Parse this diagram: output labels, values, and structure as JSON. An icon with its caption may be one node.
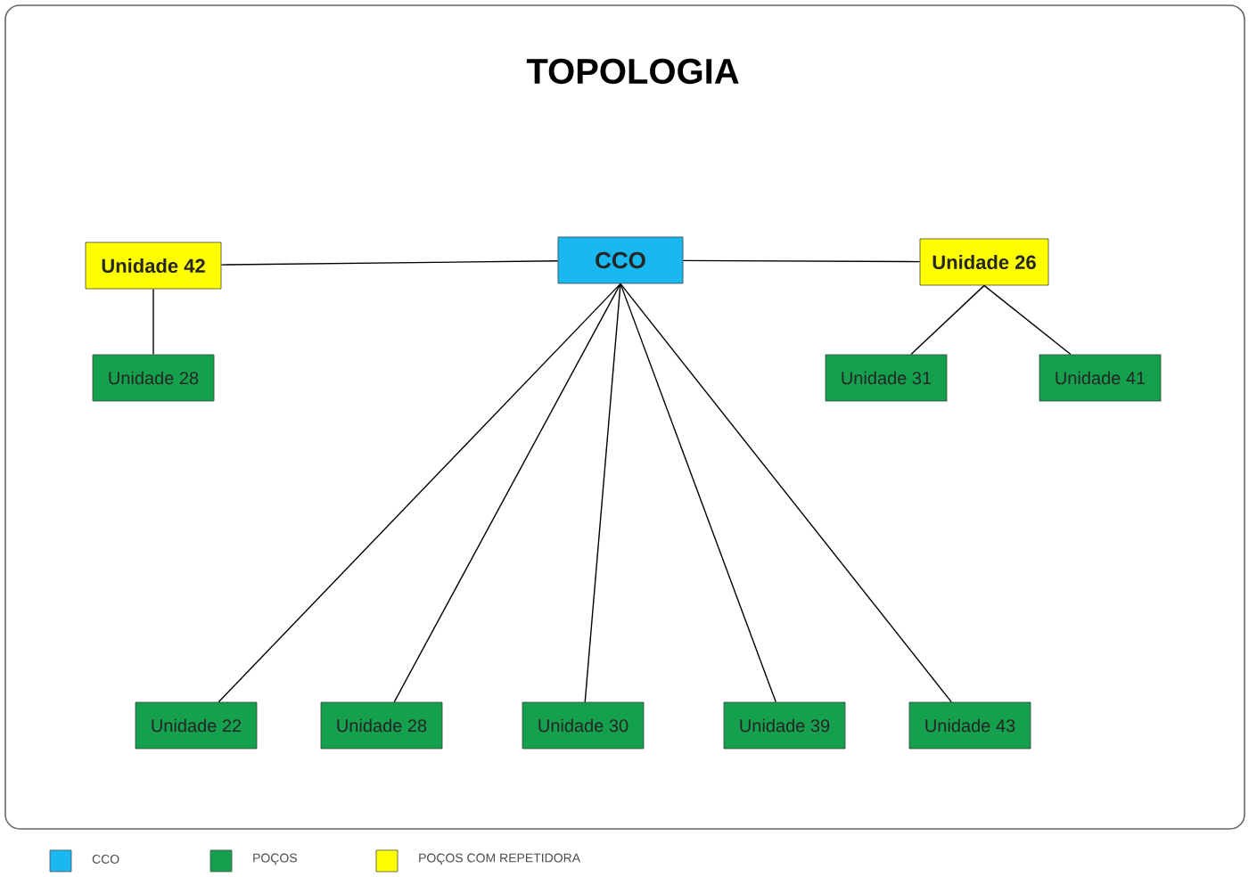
{
  "diagram": {
    "title": "TOPOLOGIA",
    "nodes": [
      {
        "text": [
          "CCO"
        ]
      },
      {
        "text": [
          "Unidade 42"
        ]
      },
      {
        "text": [
          "Unidade 28"
        ]
      },
      {
        "text": [
          "Unidade 26"
        ]
      },
      {
        "text": [
          "Unidade 31"
        ]
      },
      {
        "text": [
          "Unidade 41"
        ]
      },
      {
        "text": [
          "Unidade 22"
        ]
      },
      {
        "text": [
          "Unidade 28"
        ]
      },
      {
        "text": [
          "Unidade 30"
        ]
      },
      {
        "text": [
          "Unidade 39"
        ]
      },
      {
        "text": [
          "Unidade 43"
        ]
      }
    ],
    "edges": [
      {
        "from": 0,
        "to": 1,
        "arrow": "none"
      },
      {
        "from": 1,
        "to": 2,
        "arrow": "none"
      },
      {
        "from": 0,
        "to": 3,
        "arrow": "none"
      },
      {
        "from": 3,
        "to": 4,
        "arrow": "none"
      },
      {
        "from": 3,
        "to": 5,
        "arrow": "none"
      },
      {
        "from": 0,
        "to": 6,
        "arrow": "none"
      },
      {
        "from": 0,
        "to": 7,
        "arrow": "none"
      },
      {
        "from": 0,
        "to": 8,
        "arrow": "none"
      },
      {
        "from": 0,
        "to": 9,
        "arrow": "none"
      },
      {
        "from": 0,
        "to": 10,
        "arrow": "none"
      }
    ],
    "legend": [
      {
        "text": "CCO",
        "color": "#1ab8f0"
      },
      {
        "text": "POÇOS",
        "color": "#14a04c"
      },
      {
        "text": "POÇOS COM REPETIDORA",
        "color": "#ffff00"
      }
    ]
  }
}
